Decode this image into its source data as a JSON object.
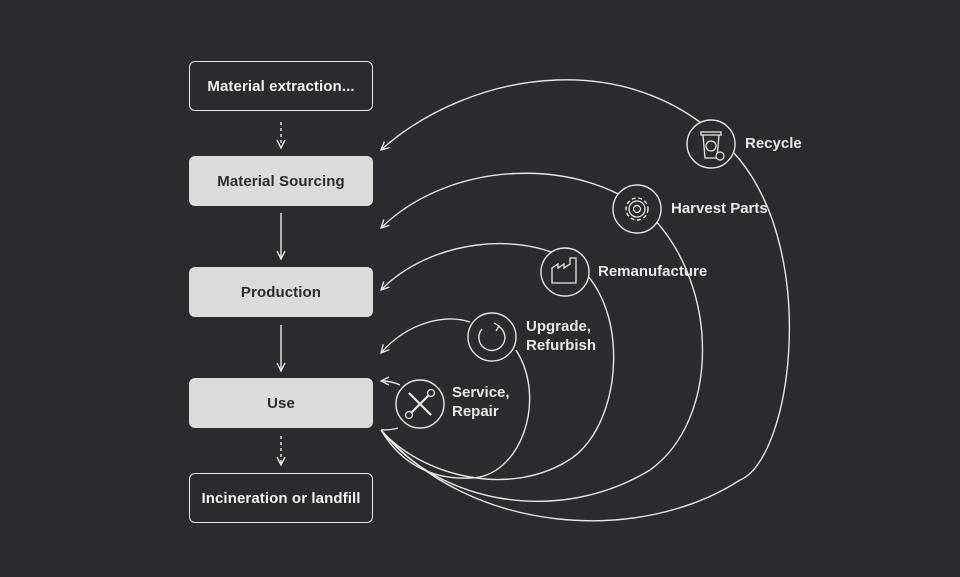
{
  "stages": {
    "extraction": "Material extraction...",
    "sourcing": "Material Sourcing",
    "production": "Production",
    "use": "Use",
    "disposal": "Incineration or landfill"
  },
  "loops": {
    "recycle": {
      "label": "Recycle",
      "icon": "recycle-bin-icon"
    },
    "harvest": {
      "label": "Harvest Parts",
      "icon": "gear-icon"
    },
    "remanufacture": {
      "label": "Remanufacture",
      "icon": "factory-icon"
    },
    "upgrade": {
      "line1": "Upgrade,",
      "line2": "Refurbish",
      "icon": "refresh-icon"
    },
    "service": {
      "line1": "Service,",
      "line2": "Repair",
      "icon": "wrench-screwdriver-icon"
    }
  },
  "colors": {
    "background": "#2b2a2e",
    "line": "#e6e6e6",
    "box_fill": "#dcdcdc"
  }
}
